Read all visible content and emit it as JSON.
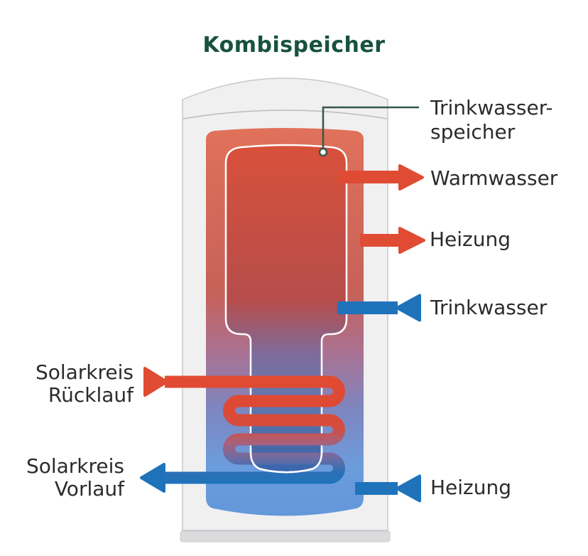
{
  "title": "Kombispeicher",
  "labels": {
    "trinkwasserspeicher": {
      "line1": "Trinkwasser-",
      "line2": "speicher"
    },
    "warmwasser": "Warmwasser",
    "heizung_top": "Heizung",
    "trinkwasser": "Trinkwasser",
    "heizung_bottom": "Heizung",
    "solarkreis_ruecklauf": {
      "line1": "Solarkreis",
      "line2": "Rücklauf"
    },
    "solarkreis_vorlauf": {
      "line1": "Solarkreis",
      "line2": "Vorlauf"
    }
  },
  "colors": {
    "hot": "#E04B33",
    "cold": "#1E73BB",
    "title_green": "#17523E",
    "pointer_line": "#34574A",
    "tank_shell": "#F0F0F1",
    "tank_top_red": "#E0715A",
    "tank_bottom_blue": "#6297D9",
    "inner_top_red": "#D8503A",
    "inner_bottom_blue": "#3A66AE"
  }
}
